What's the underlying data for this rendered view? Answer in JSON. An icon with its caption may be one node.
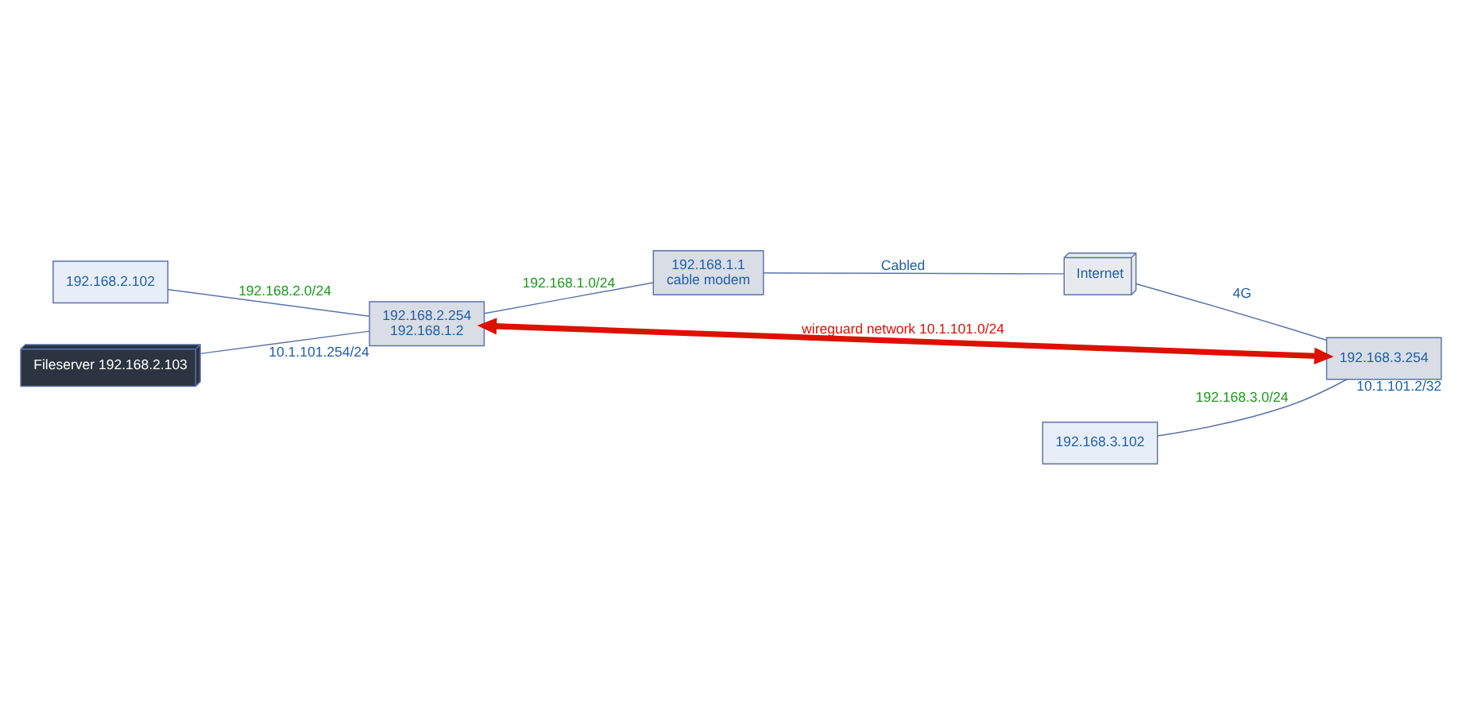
{
  "diagram": {
    "nodes": [
      {
        "text": [
          "192.168.2.102"
        ]
      },
      {
        "text": [
          "Fileserver 192.168.2.103"
        ]
      },
      {
        "text": [
          "192.168.2.254",
          "192.168.1.2"
        ],
        "beside": [
          "10.1.101.254/24"
        ]
      },
      {
        "text": [
          "192.168.1.1",
          "cable modem"
        ]
      },
      {
        "text": [
          "Internet"
        ]
      },
      {
        "text": [
          "192.168.3.254"
        ],
        "beside": [
          "10.1.101.2/32"
        ]
      },
      {
        "text": [
          "192.168.3.102"
        ]
      }
    ],
    "edges": [
      {
        "from": 0,
        "to": 2,
        "arrow": "none",
        "label": "192.168.2.0/24"
      },
      {
        "from": 1,
        "to": 2,
        "arrow": "none"
      },
      {
        "from": 2,
        "to": 3,
        "arrow": "none",
        "label": "192.168.1.0/24"
      },
      {
        "from": 3,
        "to": 4,
        "arrow": "none",
        "label": "Cabled"
      },
      {
        "from": 4,
        "to": 5,
        "arrow": "none",
        "label": "4G"
      },
      {
        "from": 6,
        "to": 5,
        "arrow": "none",
        "label": "192.168.3.0/24"
      },
      {
        "from": 2,
        "to": 5,
        "arrow": "both",
        "label": "wireguard network 10.1.101.0/24",
        "style": "thick",
        "color": "#dd1100"
      }
    ]
  }
}
